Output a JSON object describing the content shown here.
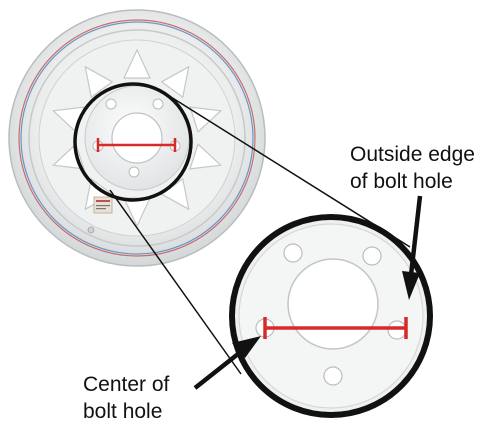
{
  "labels": {
    "outside_edge": [
      "Outside edge",
      "of bolt hole"
    ],
    "center": [
      "Center of",
      "bolt hole"
    ]
  },
  "colors": {
    "wheel_fill": "#f2f3f3",
    "wheel_shadow": "#c9ccce",
    "outline": "#111111",
    "measure": "#d92a2a",
    "rim_pinstripe_red": "#c0504d",
    "rim_pinstripe_blue": "#4f81bd"
  }
}
